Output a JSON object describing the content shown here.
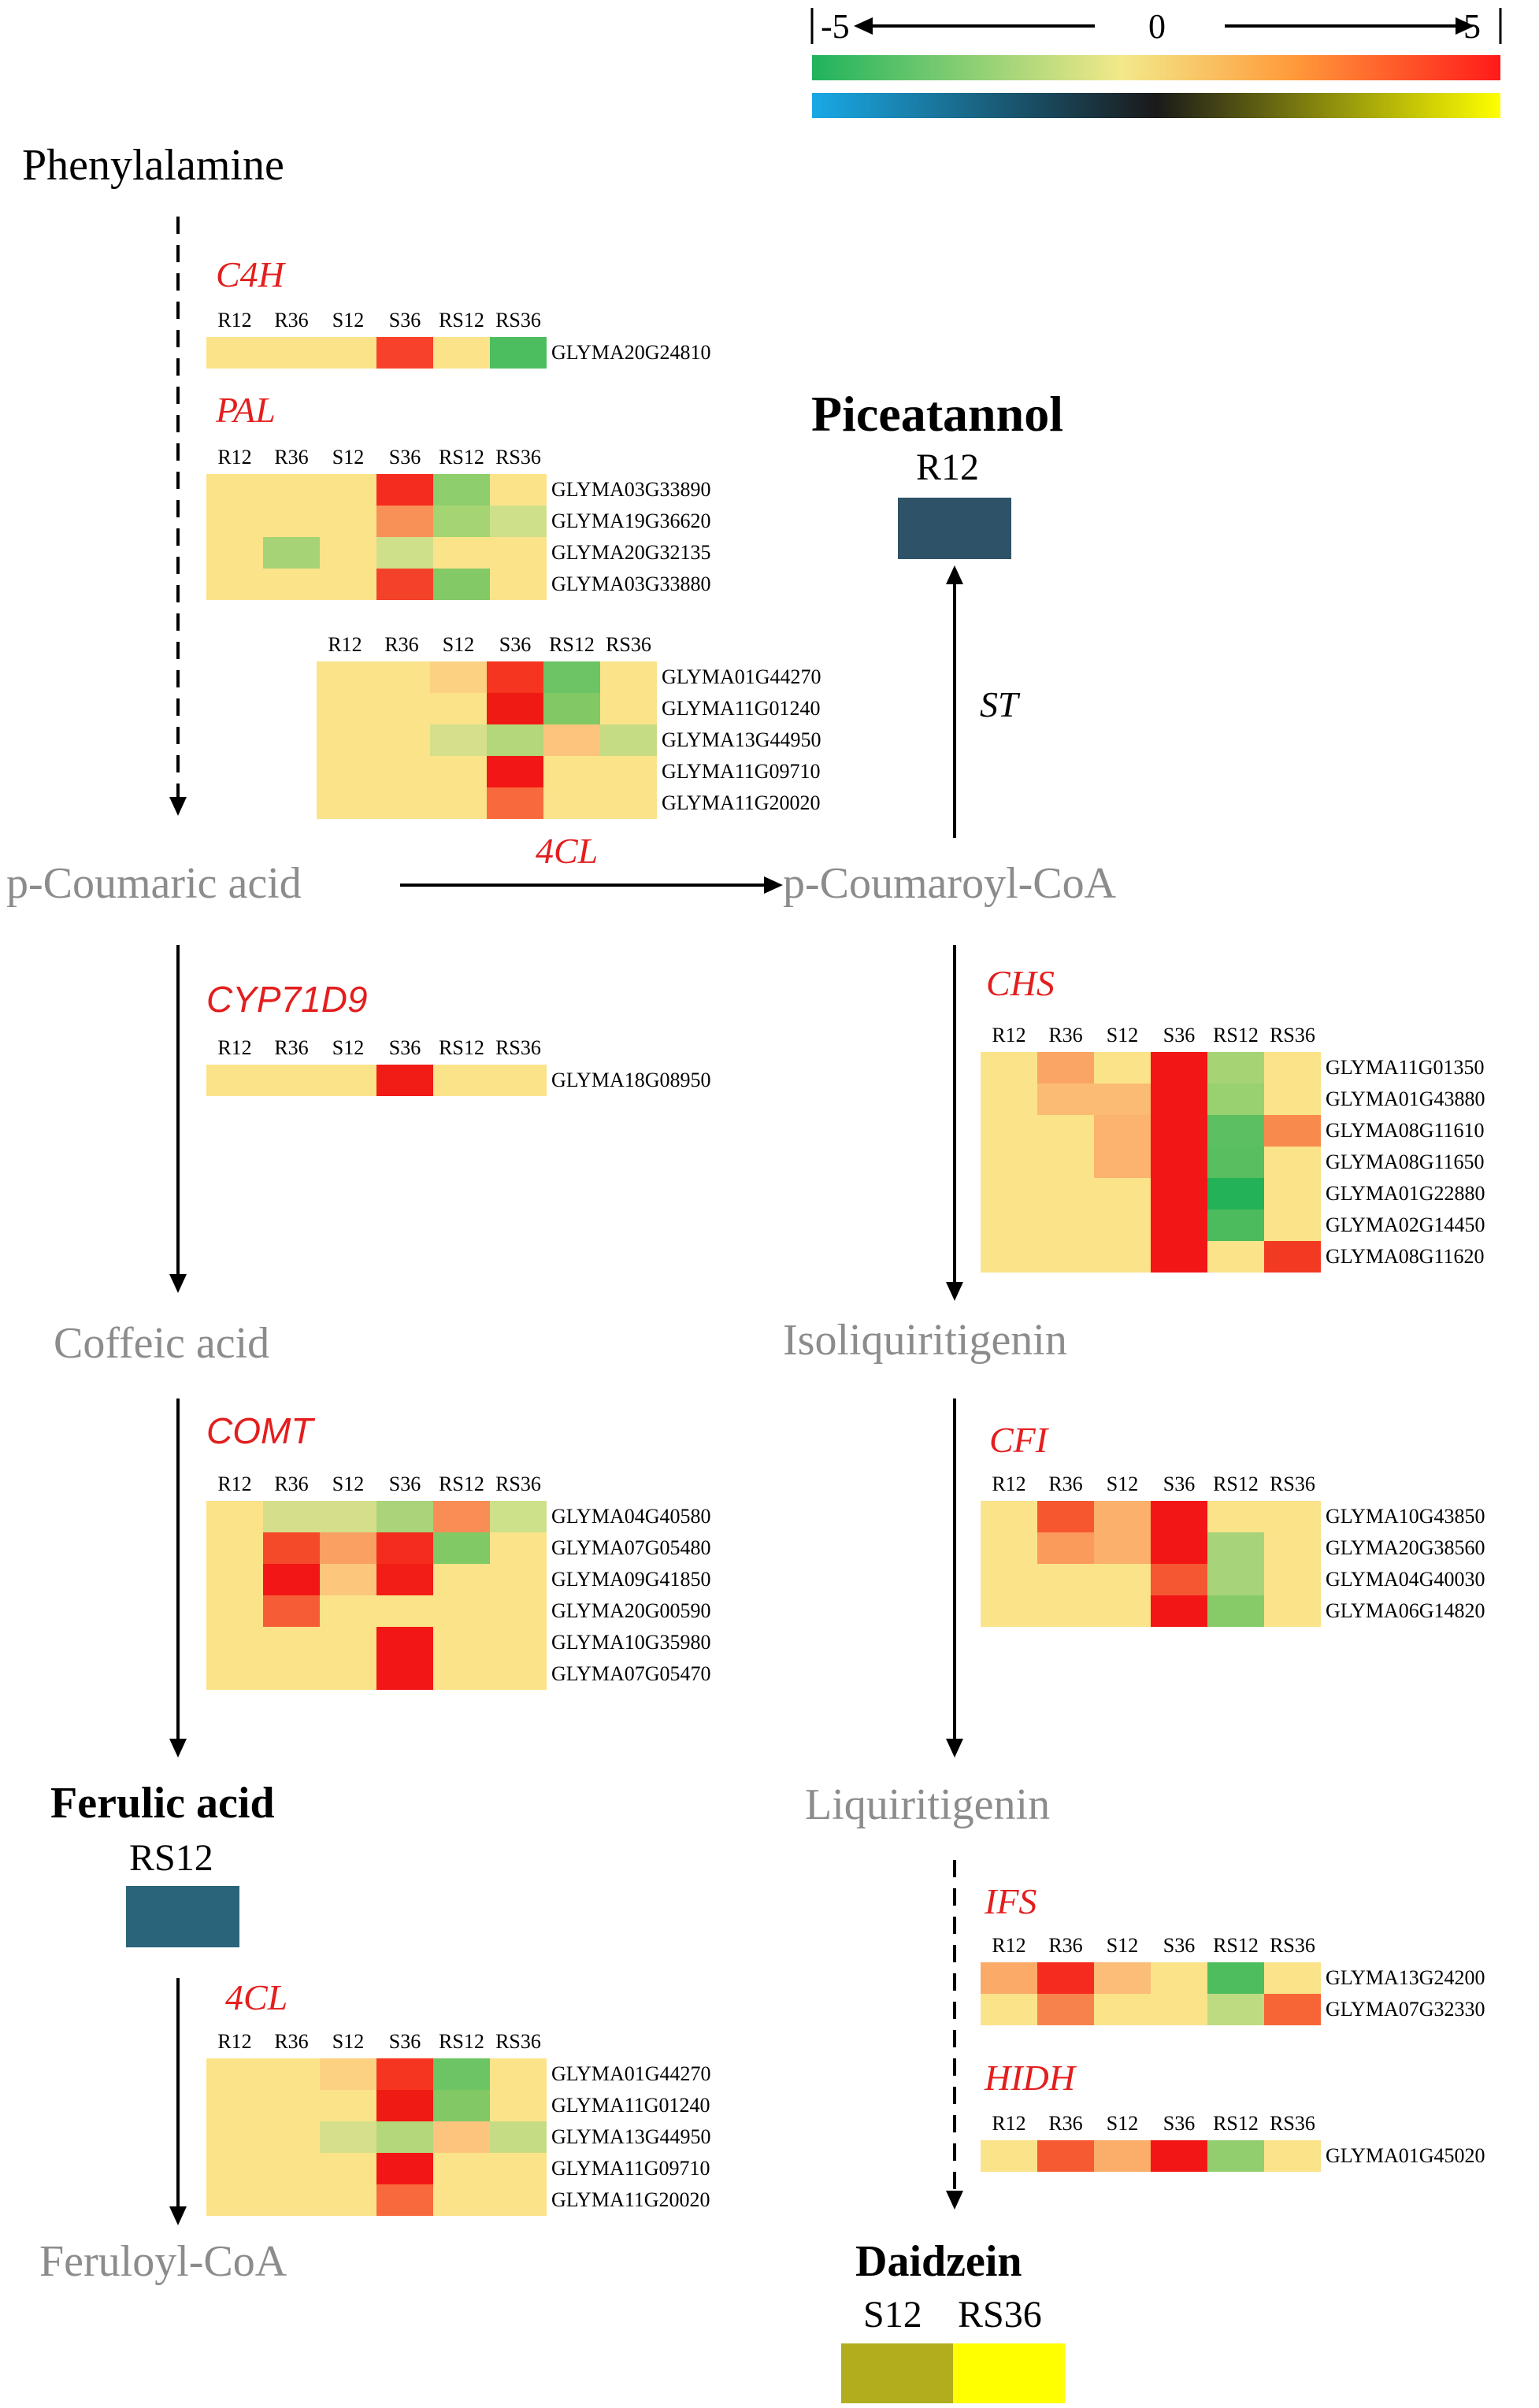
{
  "legend": {
    "min": "-5",
    "mid": "0",
    "max": "5",
    "colors": {
      "expression": [
        "#1fb35c",
        "#f3e98a",
        "#ff9a3a",
        "#ff1a1a"
      ],
      "metabolite": [
        "#19a9e6",
        "#1a1a1a",
        "#ffff00"
      ]
    }
  },
  "columns": [
    "R12",
    "R36",
    "S12",
    "S36",
    "RS12",
    "RS36"
  ],
  "metabolites": {
    "phenylalamine": "Phenylalamine",
    "p_coumaric": "p-Coumaric acid",
    "p_coumaroyl_coa": "p-Coumaroyl-CoA",
    "coffeic": "Coffeic acid",
    "ferulic": "Ferulic acid",
    "feruloyl_coa": "Feruloyl-CoA",
    "isoliquiritigenin": "Isoliquiritigenin",
    "liquiritigenin": "Liquiritigenin",
    "daidzein": "Daidzein",
    "piceatannol": "Piceatannol"
  },
  "metabolite_levels": {
    "piceatannol": {
      "samples": [
        "R12"
      ],
      "colors": [
        "#2e5368"
      ]
    },
    "ferulic": {
      "samples": [
        "RS12"
      ],
      "colors": [
        "#2a647a"
      ]
    },
    "daidzein": {
      "samples": [
        "S12",
        "RS36"
      ],
      "colors": [
        "#b2ad1c",
        "#ffff00"
      ]
    }
  },
  "enzymes": {
    "c4h": "C4H",
    "pal": "PAL",
    "cl4_top": "4CL",
    "cyp": "CYP71D9",
    "comt": "COMT",
    "cl4_bottom": "4CL",
    "chs": "CHS",
    "cfi": "CFI",
    "ifs": "IFS",
    "hidh": "HIDH",
    "st": "ST"
  },
  "heatmaps": {
    "c4h": {
      "genes": [
        "GLYMA20G24810"
      ],
      "cells": [
        [
          "#fbe38a",
          "#fbe38a",
          "#fbe38a",
          "#f7412b",
          "#fbe38a",
          "#4cbe60"
        ]
      ]
    },
    "pal": {
      "genes": [
        "GLYMA03G33890",
        "GLYMA19G36620",
        "GLYMA20G32135",
        "GLYMA03G33880"
      ],
      "cells": [
        [
          "#fbe38a",
          "#fbe38a",
          "#fbe38a",
          "#f42b1f",
          "#8fce6c",
          "#fbe38a"
        ],
        [
          "#fbe38a",
          "#fbe38a",
          "#fbe38a",
          "#f89157",
          "#a5d472",
          "#cfe08b"
        ],
        [
          "#fbe38a",
          "#a6d376",
          "#fbe38a",
          "#cfe08b",
          "#fbe38a",
          "#fbe38a"
        ],
        [
          "#fbe38a",
          "#fbe38a",
          "#fbe38a",
          "#f4422a",
          "#83c966",
          "#fbe38a"
        ]
      ]
    },
    "cl4_top": {
      "genes": [
        "GLYMA01G44270",
        "GLYMA11G01240",
        "GLYMA13G44950",
        "GLYMA11G09710",
        "GLYMA11G20020"
      ],
      "cells": [
        [
          "#fbe38a",
          "#fbe38a",
          "#fcd282",
          "#f5351f",
          "#6cc464",
          "#fbe38a"
        ],
        [
          "#fbe38a",
          "#fbe38a",
          "#fbe38a",
          "#f01a14",
          "#82c966",
          "#fbe38a"
        ],
        [
          "#fbe38a",
          "#fbe38a",
          "#d6df8b",
          "#b4d77a",
          "#fcc47c",
          "#c6dc84"
        ],
        [
          "#fbe38a",
          "#fbe38a",
          "#fbe38a",
          "#f21716",
          "#fbe38a",
          "#fbe38a"
        ],
        [
          "#fbe38a",
          "#fbe38a",
          "#fbe38a",
          "#f86a3d",
          "#fbe38a",
          "#fbe38a"
        ]
      ]
    },
    "cyp": {
      "genes": [
        "GLYMA18G08950"
      ],
      "cells": [
        [
          "#fbe38a",
          "#fbe38a",
          "#fbe38a",
          "#f21c16",
          "#fbe38a",
          "#fbe38a"
        ]
      ]
    },
    "comt": {
      "genes": [
        "GLYMA04G40580",
        "GLYMA07G05480",
        "GLYMA09G41850",
        "GLYMA20G00590",
        "GLYMA10G35980",
        "GLYMA07G05470"
      ],
      "cells": [
        [
          "#fbe38a",
          "#d5de8a",
          "#d5de8a",
          "#a9d479",
          "#f88e56",
          "#cde08a"
        ],
        [
          "#fbe38a",
          "#f54a2a",
          "#faa062",
          "#f42c1e",
          "#80c965",
          "#fbe38a"
        ],
        [
          "#fbe38a",
          "#f21616",
          "#fcc67c",
          "#f21d16",
          "#fbe38a",
          "#fbe38a"
        ],
        [
          "#fbe38a",
          "#f65d37",
          "#fbe38a",
          "#fbe38a",
          "#fbe38a",
          "#fbe38a"
        ],
        [
          "#fbe38a",
          "#fbe38a",
          "#fbe38a",
          "#f21616",
          "#fbe38a",
          "#fbe38a"
        ],
        [
          "#fbe38a",
          "#fbe38a",
          "#fbe38a",
          "#f21616",
          "#fbe38a",
          "#fbe38a"
        ]
      ]
    },
    "cl4_bottom": {
      "genes": [
        "GLYMA01G44270",
        "GLYMA11G01240",
        "GLYMA13G44950",
        "GLYMA11G09710",
        "GLYMA11G20020"
      ],
      "cells": [
        [
          "#fbe38a",
          "#fbe38a",
          "#fcd282",
          "#f5351f",
          "#6cc464",
          "#fbe38a"
        ],
        [
          "#fbe38a",
          "#fbe38a",
          "#fbe38a",
          "#f01a14",
          "#82c966",
          "#fbe38a"
        ],
        [
          "#fbe38a",
          "#fbe38a",
          "#d6df8b",
          "#b4d77a",
          "#fcc47c",
          "#c6dc84"
        ],
        [
          "#fbe38a",
          "#fbe38a",
          "#fbe38a",
          "#f21716",
          "#fbe38a",
          "#fbe38a"
        ],
        [
          "#fbe38a",
          "#fbe38a",
          "#fbe38a",
          "#f86a3d",
          "#fbe38a",
          "#fbe38a"
        ]
      ]
    },
    "chs": {
      "genes": [
        "GLYMA11G01350",
        "GLYMA01G43880",
        "GLYMA08G11610",
        "GLYMA08G11650",
        "GLYMA01G22880",
        "GLYMA02G14450",
        "GLYMA08G11620"
      ],
      "cells": [
        [
          "#fbe38a",
          "#faa465",
          "#fbe38a",
          "#f21616",
          "#a6d474",
          "#fbe38a"
        ],
        [
          "#fbe38a",
          "#fbbb74",
          "#fbbb74",
          "#f21616",
          "#99d070",
          "#fbe38a"
        ],
        [
          "#fbe38a",
          "#fbe38a",
          "#fbb36f",
          "#f21616",
          "#5cc062",
          "#f88a4c"
        ],
        [
          "#fbe38a",
          "#fbe38a",
          "#fbb36f",
          "#f21616",
          "#58be60",
          "#fbe38a"
        ],
        [
          "#fbe38a",
          "#fbe38a",
          "#fbe38a",
          "#f21616",
          "#23b257",
          "#fbe38a"
        ],
        [
          "#fbe38a",
          "#fbe38a",
          "#fbe38a",
          "#f21616",
          "#4cbb5e",
          "#fbe38a"
        ],
        [
          "#fbe38a",
          "#fbe38a",
          "#fbe38a",
          "#f21616",
          "#fbe38a",
          "#f23a22"
        ]
      ]
    },
    "cfi": {
      "genes": [
        "GLYMA10G43850",
        "GLYMA20G38560",
        "GLYMA04G40030",
        "GLYMA06G14820"
      ],
      "cells": [
        [
          "#fbe38a",
          "#f6572f",
          "#fbb06c",
          "#f21616",
          "#fbe38a",
          "#fbe38a"
        ],
        [
          "#fbe38a",
          "#fa9b5c",
          "#fbb06c",
          "#f21616",
          "#a7d47a",
          "#fbe38a"
        ],
        [
          "#fbe38a",
          "#fbe38a",
          "#fbe38a",
          "#f55732",
          "#a7d47a",
          "#fbe38a"
        ],
        [
          "#fbe38a",
          "#fbe38a",
          "#fbe38a",
          "#f21616",
          "#86cb68",
          "#fbe38a"
        ]
      ]
    },
    "ifs": {
      "genes": [
        "GLYMA13G24200",
        "GLYMA07G32330"
      ],
      "cells": [
        [
          "#fbaa68",
          "#f42b1e",
          "#fbbd77",
          "#fbe38a",
          "#4ebd5e",
          "#fbe38a"
        ],
        [
          "#fbe38a",
          "#f8824c",
          "#fbe38a",
          "#fbe38a",
          "#bfdb82",
          "#f76537"
        ]
      ]
    },
    "hidh": {
      "genes": [
        "GLYMA01G45020"
      ],
      "cells": [
        [
          "#fbe38a",
          "#f65a32",
          "#fbad6a",
          "#f21616",
          "#92ce6e",
          "#fbe38a"
        ]
      ]
    }
  }
}
